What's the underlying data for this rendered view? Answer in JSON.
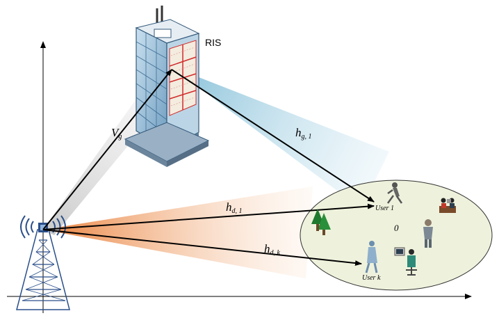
{
  "labels": {
    "ris": "RIS",
    "vg_main": "V",
    "vg_sub": "g",
    "hg1_main": "h",
    "hg1_sub": "g, 1",
    "hd1_main": "h",
    "hd1_sub": "d, 1",
    "hdk_main": "h",
    "hdk_sub": "d, k",
    "origin": "0",
    "user1": "User 1",
    "userk": "User k"
  },
  "colors": {
    "cell_fill": "#eef2dc",
    "cell_stroke": "#333333",
    "beam_blue": "#a9d3e4",
    "beam_orange": "#ef9a52",
    "beam_gray": "#cfcfcf",
    "building_glass": "#9cc3dd",
    "building_frame": "#3f6f95",
    "ris_red": "#d22a2a",
    "tower": "#2a4f8a",
    "tree": "#1e7a2e",
    "person": "#7c8994"
  },
  "icons": [
    "ris-building-icon",
    "base-station-tower-icon",
    "tree-icon",
    "runner-user-icon",
    "desk-users-icon",
    "standing-person-icon",
    "walking-user-icon",
    "computer-user-icon"
  ]
}
